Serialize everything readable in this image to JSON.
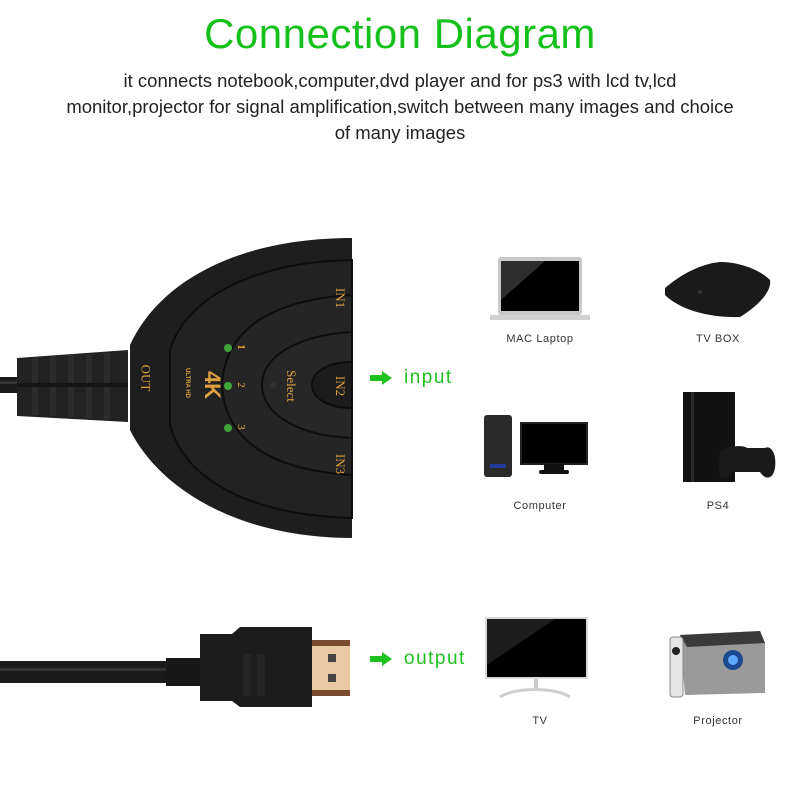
{
  "header": {
    "title": "Connection Diagram",
    "description": "it connects notebook,computer,dvd player and for ps3 with lcd tv,lcd monitor,projector for signal amplification,switch between many images and choice of many images"
  },
  "switch_device": {
    "port_labels": {
      "out": "OUT",
      "in1": "IN1",
      "in2": "IN2",
      "in3": "IN3"
    },
    "button_label": "Select",
    "badge": {
      "main": "4K",
      "sub": "ULTRA HD"
    },
    "leds": [
      "1",
      "2",
      "3"
    ],
    "led_color": "#3fa43a",
    "text_color": "#e0a040"
  },
  "flows": {
    "input": {
      "label": "input",
      "icon": "arrow-right-icon"
    },
    "output": {
      "label": "output",
      "icon": "arrow-right-icon"
    }
  },
  "input_devices": [
    {
      "label": "MAC Laptop",
      "icon": "laptop-icon"
    },
    {
      "label": "TV BOX",
      "icon": "tv-box-icon"
    },
    {
      "label": "Computer",
      "icon": "desktop-computer-icon"
    },
    {
      "label": "PS4",
      "icon": "game-console-icon"
    }
  ],
  "output_devices": [
    {
      "label": "TV",
      "icon": "monitor-icon"
    },
    {
      "label": "Projector",
      "icon": "projector-icon"
    }
  ],
  "colors": {
    "accent": "#14c01a",
    "device_body": "#1e1e1e"
  }
}
